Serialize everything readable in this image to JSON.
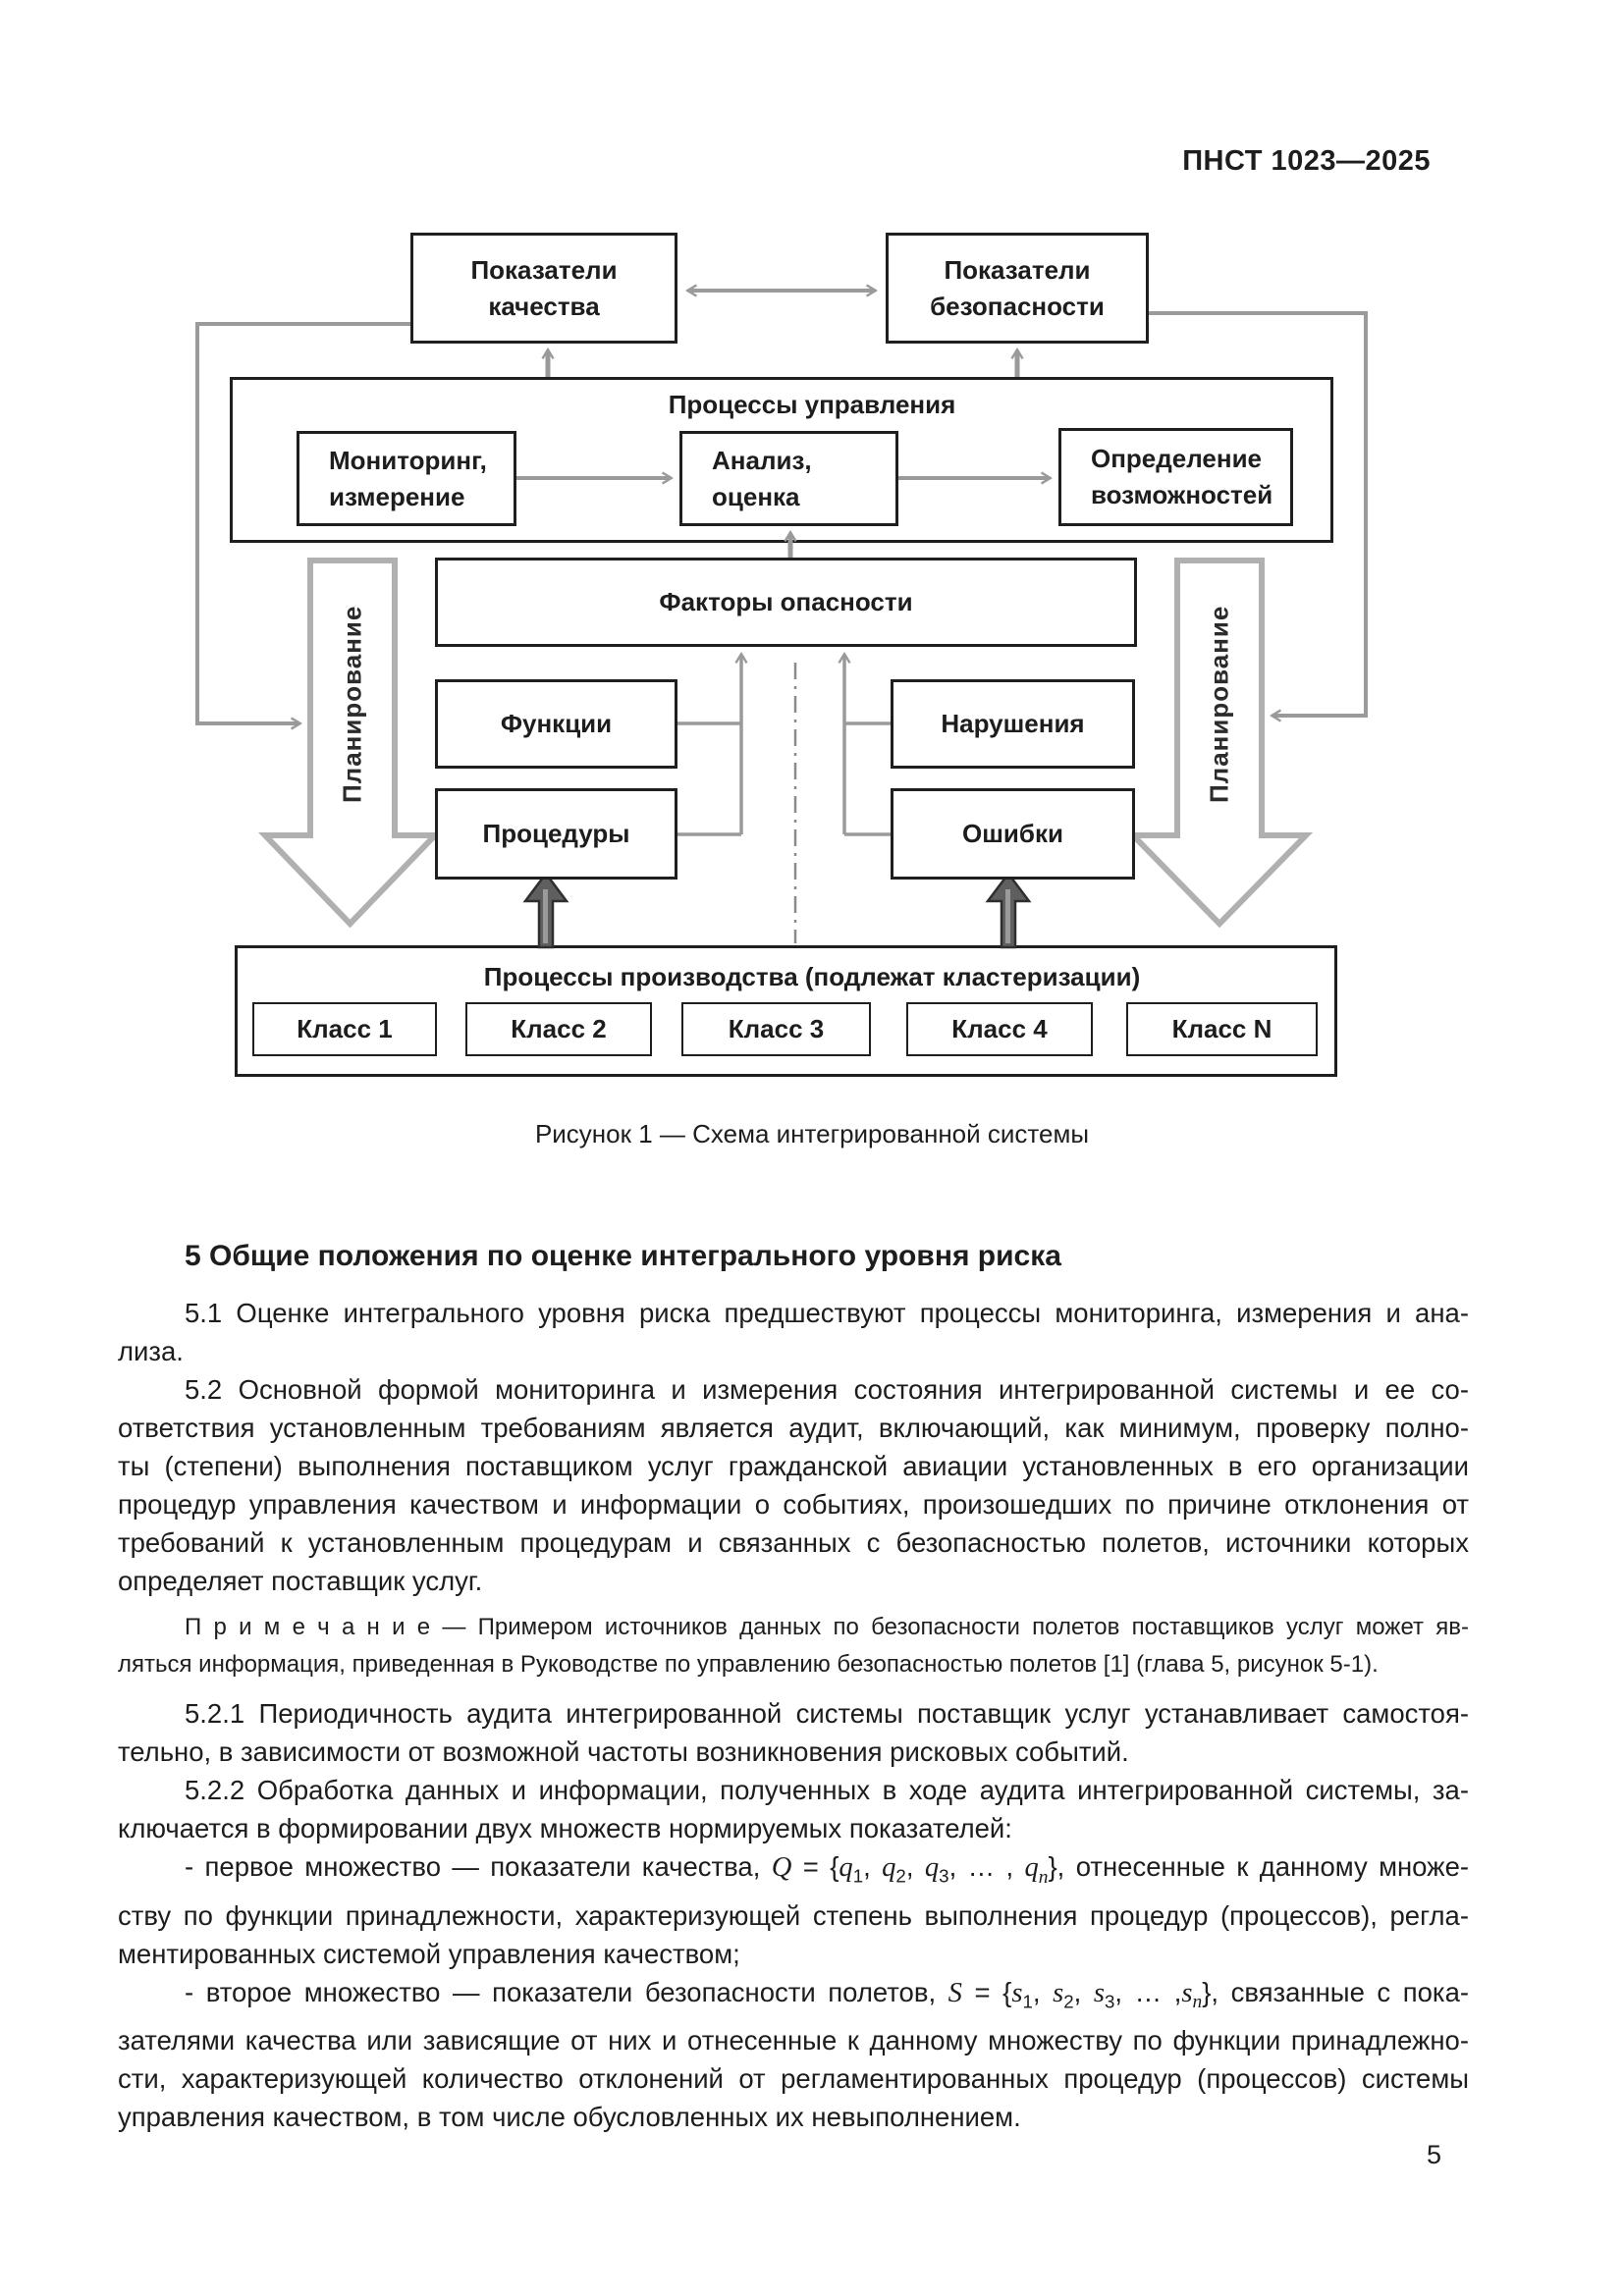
{
  "page": {
    "header": "ПНСТ 1023—2025",
    "number": "5"
  },
  "diagram": {
    "caption": "Рисунок 1 — Схема интегрированной системы",
    "quality_box": "Показатели\nкачества",
    "safety_box": "Показатели\nбезопасности",
    "management_box": "Процессы управления",
    "monitoring_box": "Мониторинг,\nизмерение",
    "analysis_box": "Анализ,\nоценка",
    "opportunity_box": "Определение\nвозможностей",
    "hazards_box": "Факторы опасности",
    "functions_box": "Функции",
    "procedures_box": "Процедуры",
    "violations_box": "Нарушения",
    "errors_box": "Ошибки",
    "production_box": "Процессы производства (подлежат кластеризации)",
    "planning_left": "Планирование",
    "planning_right": "Планирование",
    "classes": [
      "Класс  1",
      "Класс 2",
      "Класс  3",
      "Класс 4",
      "Класс N"
    ],
    "colors": {
      "line_gray": "#9a9a9a",
      "big_arrow_outline": "#b0b0b0",
      "dark_arrow_fill": "#5f5f5f",
      "dark_arrow_stroke": "#2e2e2e",
      "box_border": "#1f1f1f"
    }
  },
  "section": {
    "heading": "5  Общие положения по оценке интегрального уровня риска"
  },
  "text": {
    "p51": {
      "lines": [
        "5.1  Оценке интегрального уровня риска предшествуют процессы мониторинга, измерения и ана-",
        "лиза."
      ]
    },
    "p52": {
      "lines": [
        "5.2  Основной формой мониторинга и измерения состояния интегрированной системы и ее со-",
        "ответствия установленным требованиям является аудит, включающий, как минимум, проверку полно-",
        "ты (степени) выполнения поставщиком услуг гражданской авиации установленных в его организации",
        "процедур управления качеством и информации о событиях, произошедших по причине отклонения от",
        "требований к установленным процедурам и связанных с безопасностью полетов, источники которых",
        "определяет поставщик услуг."
      ]
    },
    "note": {
      "lines": [
        "П р и м е ч а н и е  — Примером источников данных по безопасности полетов поставщиков услуг может яв-",
        "ляться информация, приведенная в Руководстве по управлению безопасностью полетов [1] (глава 5, рисунок 5-1)."
      ]
    },
    "p521": {
      "lines": [
        "5.2.1  Периодичность аудита интегрированной системы поставщик услуг устанавливает самостоя-",
        "тельно, в зависимости от возможной частоты возникновения рисковых событий."
      ]
    },
    "p522": {
      "lines": [
        "5.2.2  Обработка данных и информации, полученных в ходе аудита интегрированной системы, за-",
        "ключается в формировании двух множеств нормируемых показателей:"
      ]
    },
    "b1": {
      "line1_html": "- первое множество — показатели качества, <i>Q</i> = {<i>q</i><sub>1</sub>, <i>q</i><sub>2</sub>, <i>q</i><sub>3</sub>, … , <i>q</i><sub><i>n</i></sub>}, отнесенные к данному множе-",
      "lines": [
        "ству по функции принадлежности, характеризующей степень выполнения процедур (процессов), регла-",
        "ментированных системой управления качеством;"
      ]
    },
    "b2": {
      "line1_html": "- второе множество — показатели безопасности полетов, <i>S</i> = {<i>s</i><sub>1</sub>, <i>s</i><sub>2</sub>, <i>s</i><sub>3</sub>, … ,<i>s</i><sub><i>n</i></sub>}, связанные с пока-",
      "lines": [
        "зателями качества или зависящие от них и отнесенные к данному множеству по функции принадлежно-",
        "сти, характеризующей количество отклонений от регламентированных процедур (процессов) системы",
        "управления качеством, в том числе обусловленных их невыполнением."
      ]
    }
  }
}
